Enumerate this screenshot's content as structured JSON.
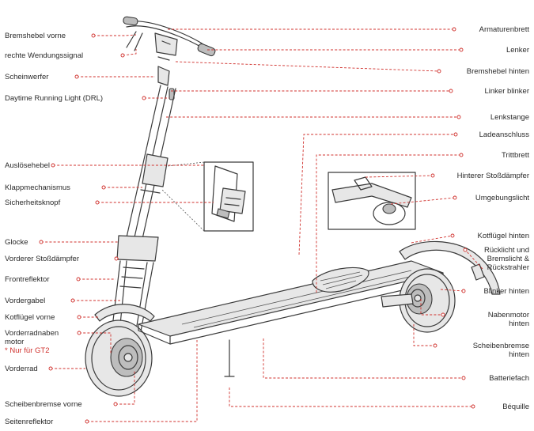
{
  "labels_left": [
    {
      "id": "bremshebel-vorne",
      "lines": [
        "Bremshebel vorne"
      ]
    },
    {
      "id": "rechte-wendungssignal",
      "lines": [
        "rechte Wendungssignal"
      ]
    },
    {
      "id": "scheinwerfer",
      "lines": [
        "Scheinwerfer"
      ]
    },
    {
      "id": "drl",
      "lines": [
        "Daytime Running Light (DRL)"
      ]
    },
    {
      "id": "ausloesehebel",
      "lines": [
        "Auslösehebel"
      ]
    },
    {
      "id": "klappmechanismus",
      "lines": [
        "Klappmechanismus"
      ]
    },
    {
      "id": "sicherheitsknopf",
      "lines": [
        "Sicherheitsknopf"
      ]
    },
    {
      "id": "glocke",
      "lines": [
        "Glocke"
      ]
    },
    {
      "id": "vorderer-stossdaempfer",
      "lines": [
        "Vorderer Stoßdämpfer"
      ]
    },
    {
      "id": "frontreflektor",
      "lines": [
        "Frontreflektor"
      ]
    },
    {
      "id": "vordergabel",
      "lines": [
        "Vordergabel"
      ]
    },
    {
      "id": "kotfluegel-vorne",
      "lines": [
        "Kotflügel vorne"
      ]
    },
    {
      "id": "vorderradnabenmotor",
      "lines": [
        "Vorderradnaben",
        "motor"
      ],
      "note": "* Nur für GT2"
    },
    {
      "id": "vorderrad",
      "lines": [
        "Vorderrad"
      ]
    },
    {
      "id": "scheibenbremse-vorne",
      "lines": [
        "Scheibenbremse vorne"
      ]
    },
    {
      "id": "seitenreflektor",
      "lines": [
        "Seitenreflektor"
      ]
    }
  ],
  "labels_right": [
    {
      "id": "armaturenbrett",
      "lines": [
        "Armaturenbrett"
      ]
    },
    {
      "id": "lenker",
      "lines": [
        "Lenker"
      ]
    },
    {
      "id": "bremshebel-hinten",
      "lines": [
        "Bremshebel hinten"
      ]
    },
    {
      "id": "linker-blinker",
      "lines": [
        "Linker blinker"
      ]
    },
    {
      "id": "lenkstange",
      "lines": [
        "Lenkstange"
      ]
    },
    {
      "id": "ladeanschluss",
      "lines": [
        "Ladeanschluss"
      ]
    },
    {
      "id": "trittbrett",
      "lines": [
        "Trittbrett"
      ]
    },
    {
      "id": "hinterer-stossdaempfer",
      "lines": [
        "Hinterer Stoßdämpfer"
      ]
    },
    {
      "id": "umgebungslicht",
      "lines": [
        "Umgebungslicht"
      ]
    },
    {
      "id": "kotfluegel-hinten",
      "lines": [
        "Kotflügel hinten"
      ]
    },
    {
      "id": "ruecklicht",
      "lines": [
        "Rücklicht und",
        "Bremslicht &",
        "Rückstrahler"
      ]
    },
    {
      "id": "blinker-hinten",
      "lines": [
        "Blinker hinten"
      ]
    },
    {
      "id": "nabenmotor-hinten",
      "lines": [
        "Nabenmotor",
        "hinten"
      ]
    },
    {
      "id": "scheibenbremse-hinten",
      "lines": [
        "Scheibenbremse",
        "hinten"
      ]
    },
    {
      "id": "batteriefach",
      "lines": [
        "Batteriefach"
      ]
    },
    {
      "id": "bequille",
      "lines": [
        "Béquille"
      ]
    }
  ],
  "colors": {
    "leader": "#d0312d",
    "note": "#d0312d",
    "outline": "#3a3a3a"
  }
}
